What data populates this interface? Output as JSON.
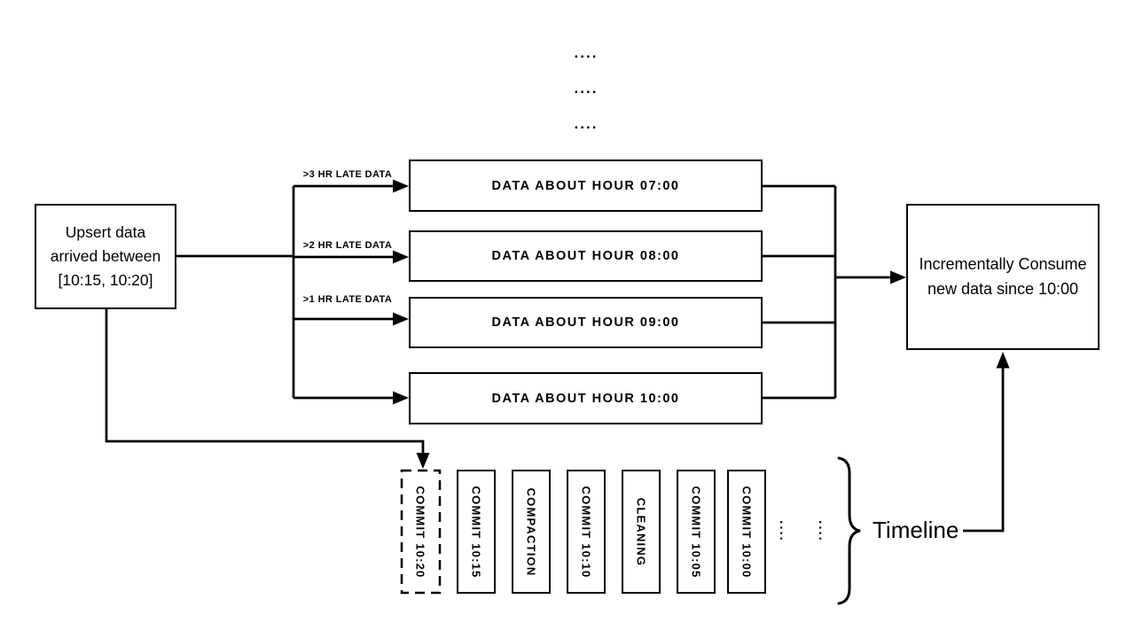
{
  "diagram": {
    "background": "#ffffff",
    "ink_color": "#000000",
    "continuation_dots": [
      "....",
      "....",
      "...."
    ],
    "upsert_box": {
      "line1": "Upsert data",
      "line2": "arrived between",
      "line3": "[10:15, 10:20]"
    },
    "late_arrow_labels": [
      ">3 HR LATE DATA",
      ">2 HR LATE DATA",
      ">1 HR LATE DATA"
    ],
    "hour_boxes": [
      "DATA ABOUT HOUR 07:00",
      "DATA ABOUT HOUR 08:00",
      "DATA ABOUT HOUR 09:00",
      "DATA ABOUT HOUR 10:00"
    ],
    "consume_box": {
      "line1": "Incrementally Consume",
      "line2": "new data since 10:00"
    },
    "timeline": {
      "label": "Timeline",
      "ellipsis": [
        "....",
        "...."
      ],
      "commits": [
        {
          "label": "COMMIT 10:20",
          "style": "dashed"
        },
        {
          "label": "COMMIT 10:15",
          "style": "solid"
        },
        {
          "label": "COMPACTION",
          "style": "solid"
        },
        {
          "label": "COMMIT 10:10",
          "style": "solid"
        },
        {
          "label": "CLEANING",
          "style": "solid"
        },
        {
          "label": "COMMIT 10:05",
          "style": "solid"
        },
        {
          "label": "COMMIT 10:00",
          "style": "solid"
        }
      ]
    }
  }
}
